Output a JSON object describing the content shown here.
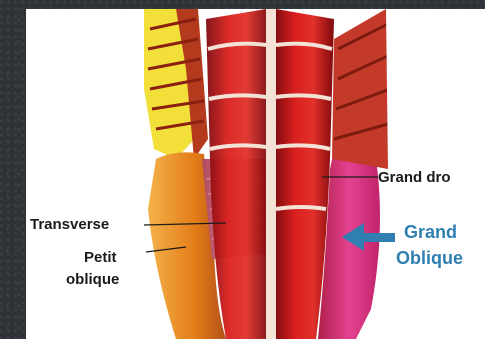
{
  "diagram": {
    "labels": {
      "grand_droit": "Grand dro",
      "transverse": "Transverse",
      "petit_oblique_line1": "Petit",
      "petit_oblique_line2": "oblique",
      "grand_oblique_line1": "Grand",
      "grand_oblique_line2": "Oblique"
    },
    "colors": {
      "muscle_red": "#c8161c",
      "muscle_dark": "#8e0b10",
      "tendon": "#f3e2d6",
      "serratus_yellow": "#f2df3a",
      "petit_oblique_orange": "#e58a1c",
      "transverse_pink": "#c9667a",
      "grand_oblique_magenta": "#e0388c",
      "arrow_blue": "#2f7fb0",
      "frame_bg": "#2f3338"
    }
  }
}
